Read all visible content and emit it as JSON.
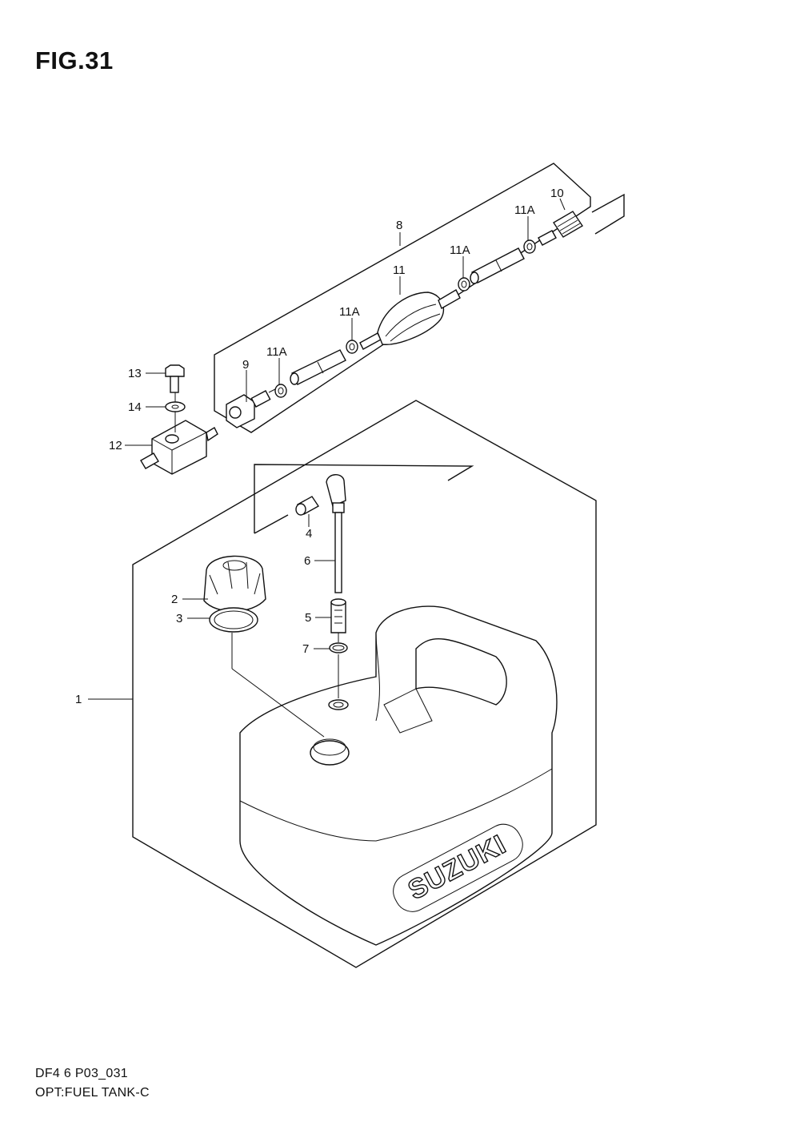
{
  "figure": {
    "title": "FIG.31",
    "code": "DF4 6 P03_031",
    "caption": "OPT:FUEL TANK-C"
  },
  "callouts": {
    "c1": "1",
    "c2": "2",
    "c3": "3",
    "c4": "4",
    "c5": "5",
    "c6": "6",
    "c7": "7",
    "c8": "8",
    "c9": "9",
    "c10": "10",
    "c11": "11",
    "c11a_1": "11A",
    "c11a_2": "11A",
    "c11a_3": "11A",
    "c11a_4": "11A",
    "c12": "12",
    "c13": "13",
    "c14": "14"
  },
  "tank": {
    "brand": "SUZUKI"
  }
}
